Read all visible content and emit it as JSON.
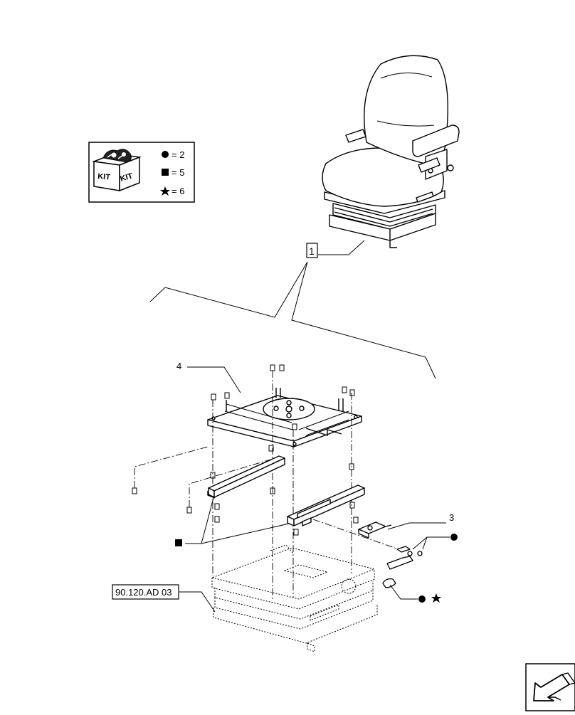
{
  "kit_legend": {
    "box_label_left": "KIT",
    "box_label_right": "KIT",
    "rows": [
      {
        "symbol": "circle",
        "text": "= 2"
      },
      {
        "symbol": "square",
        "text": "= 5"
      },
      {
        "symbol": "star",
        "text": "= 6"
      }
    ]
  },
  "callouts": {
    "seat_assembly": "1",
    "bracket": "3",
    "swivel_plate": "4"
  },
  "reference": "90.120.AD 03",
  "icons": {
    "kit_box": "kit-box-icon",
    "nav_arrow": "arrow-left-icon"
  }
}
